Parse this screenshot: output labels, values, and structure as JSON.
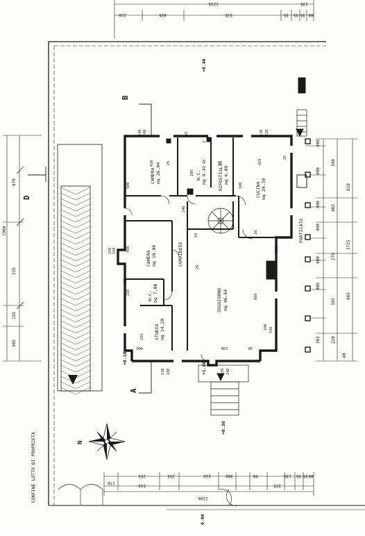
{
  "top_dims": [
    "220",
    "435",
    "535",
    "35",
    "1215",
    "135",
    "95",
    "35",
    "40"
  ],
  "bottom_dims": [
    "170",
    "255",
    "510",
    "255",
    "210",
    "380",
    "90",
    "225",
    "135",
    "95",
    "35",
    "40",
    "1590"
  ],
  "left_dims": [
    "870",
    "1960",
    "335",
    "155",
    "365"
  ],
  "right_dims": [
    "400",
    "400",
    "400",
    "400",
    "400",
    "400",
    "340",
    "810",
    "465",
    "3725",
    "270",
    "885",
    "395",
    "220",
    "365",
    "40"
  ],
  "room_dims": [
    "130",
    "240",
    "430",
    "25",
    "580",
    "450",
    "150",
    "150",
    "210",
    "25",
    "155",
    "400",
    "130",
    "180",
    "130",
    "240",
    "2",
    "45",
    "25",
    "180",
    "10",
    "330",
    "340",
    "10",
    "860",
    "330",
    "425",
    "130",
    "120",
    "25",
    "240",
    "25",
    "530",
    "30",
    "240",
    "10"
  ],
  "rooms": [
    {
      "name": "CAMERA",
      "area": "mq 26.04"
    },
    {
      "name": "CAMERA",
      "area": "mq 18.90"
    },
    {
      "name": "W.C.",
      "area": "mq 9.41"
    },
    {
      "name": "RIPOSTIGLIO",
      "area": "mq 6.09"
    },
    {
      "name": "CUCINA",
      "area": "mq 29.70"
    },
    {
      "name": "CORRIDOIO",
      "area": ""
    },
    {
      "name": "SOGGIORNO",
      "area": "mq 46.64"
    },
    {
      "name": "W.C.",
      "area": "mq 7.00"
    },
    {
      "name": "STUDIO",
      "area": "mq 14.20"
    },
    {
      "name": "PORTICATO",
      "area": ""
    }
  ],
  "levels": [
    "+0.40",
    "+0.10",
    "+1.80",
    "+0.30",
    "0.00"
  ],
  "section_marks": [
    "B",
    "A",
    "D"
  ],
  "boundary_label": "CONFINE LOTTO DI PROPRIETÀ",
  "north_label": "N",
  "colors": {
    "ink": "#1a1a1a",
    "paper": "#fdfdfc",
    "hatch": "#444444"
  }
}
